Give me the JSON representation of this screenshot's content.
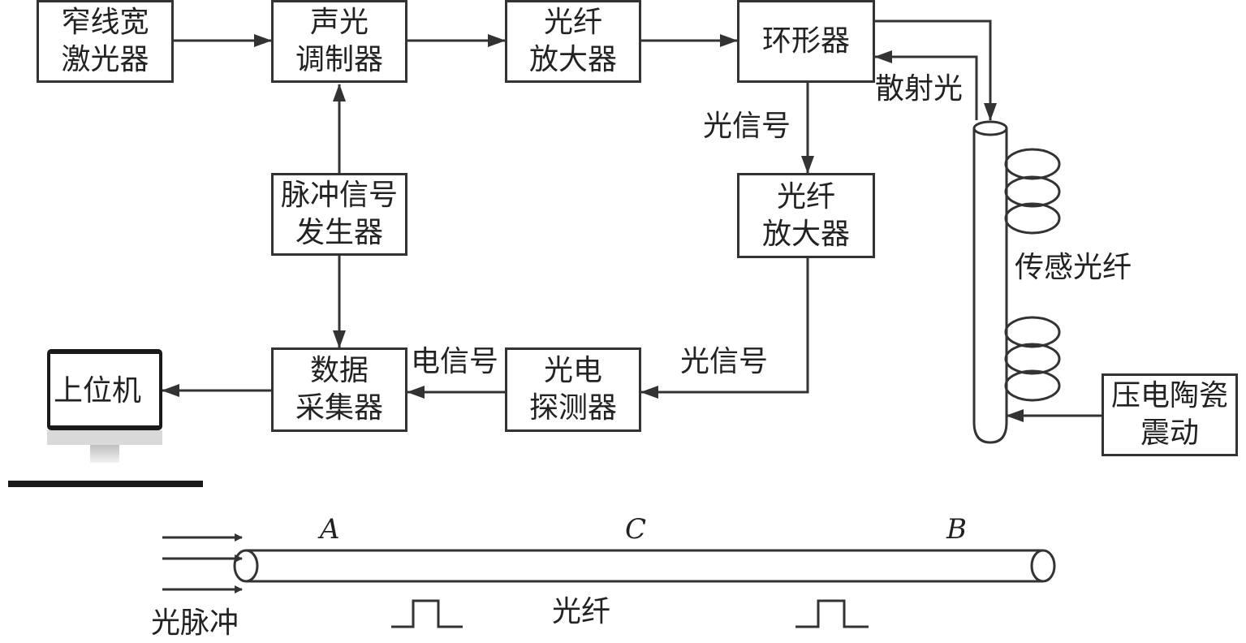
{
  "blocks": {
    "laser": {
      "line1": "窄线宽",
      "line2": "激光器"
    },
    "aom": {
      "line1": "声光",
      "line2": "调制器"
    },
    "amp1": {
      "line1": "光纤",
      "line2": "放大器"
    },
    "circulator": {
      "line1": "环形器"
    },
    "pulse_gen": {
      "line1": "脉冲信号",
      "line2": "发生器"
    },
    "amp2": {
      "line1": "光纤",
      "line2": "放大器"
    },
    "daq": {
      "line1": "数据",
      "line2": "采集器"
    },
    "detector": {
      "line1": "光电",
      "line2": "探测器"
    },
    "pc": {
      "label": "上位机"
    },
    "piezo": {
      "line1": "压电陶瓷",
      "line2": "震动"
    }
  },
  "labels": {
    "scatter": "散射光",
    "optical_signal_1": "光信号",
    "optical_signal_2": "光信号",
    "electric_signal": "电信号",
    "sensing_fiber": "传感光纤"
  },
  "fiber_diagram": {
    "point_a": "A",
    "point_b": "B",
    "point_c": "C",
    "fiber_label": "光纤",
    "pulse_label": "光脉冲"
  }
}
